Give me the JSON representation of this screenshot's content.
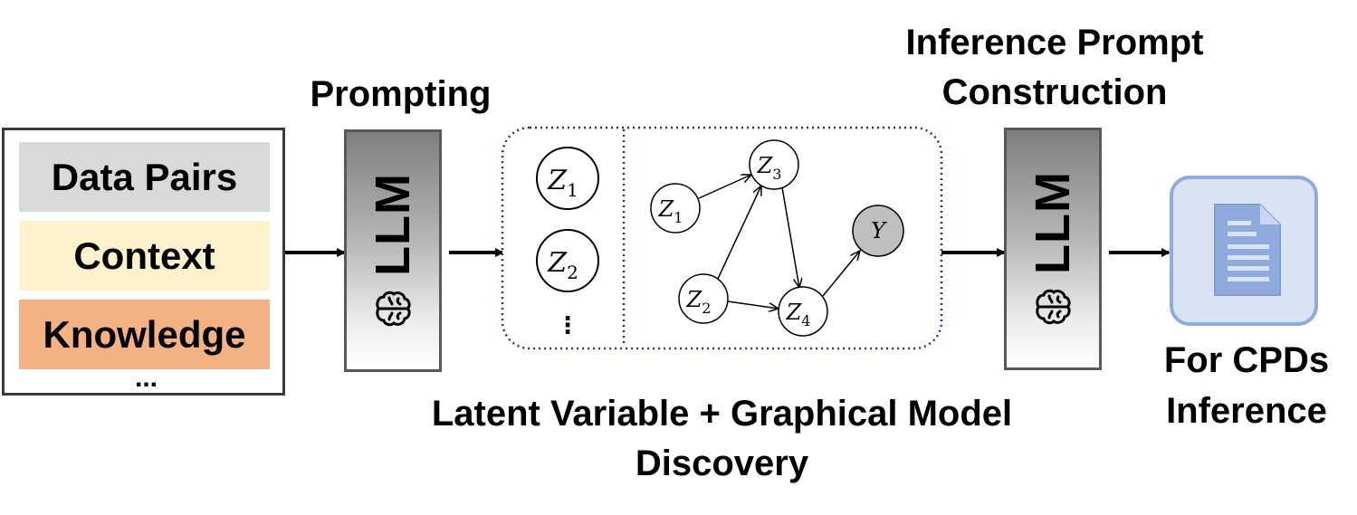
{
  "inputs": {
    "rows": [
      "Data Pairs",
      "Context",
      "Knowledge"
    ],
    "ellipsis": "..."
  },
  "stages": {
    "prompting_label": "Prompting",
    "llm_label": "LLM",
    "inference_prompt_label_line1": "Inference Prompt",
    "inference_prompt_label_line2": "Construction",
    "discovery_label_line1": "Latent Variable + Graphical Model",
    "discovery_label_line2": "Discovery",
    "output_label_line1": "For CPDs",
    "output_label_line2": "Inference"
  },
  "latent_list": {
    "nodes": [
      {
        "base": "Z",
        "sub": "1"
      },
      {
        "base": "Z",
        "sub": "2"
      }
    ],
    "ellipsis": "⋮"
  },
  "graph": {
    "nodes": [
      {
        "id": "Z1",
        "base": "Z",
        "sub": "1",
        "observed": false
      },
      {
        "id": "Z3",
        "base": "Z",
        "sub": "3",
        "observed": false
      },
      {
        "id": "Z2",
        "base": "Z",
        "sub": "2",
        "observed": false
      },
      {
        "id": "Z4",
        "base": "Z",
        "sub": "4",
        "observed": false
      },
      {
        "id": "Y",
        "base": "Y",
        "sub": "",
        "observed": true
      }
    ],
    "edges": [
      {
        "from": "Z1",
        "to": "Z3"
      },
      {
        "from": "Z2",
        "to": "Z3"
      },
      {
        "from": "Z3",
        "to": "Z4"
      },
      {
        "from": "Z2",
        "to": "Z4"
      },
      {
        "from": "Z4",
        "to": "Y"
      }
    ]
  },
  "icons": {
    "brain": "brain-icon",
    "document": "document-icon"
  },
  "colors": {
    "data_pairs": "#d9d9d9",
    "context": "#fff2cc",
    "knowledge": "#f4b183",
    "observed_node": "#bfbfbf",
    "doc_fill": "#dae3f3",
    "doc_border": "#8faadc",
    "dotted_border": "#203864"
  }
}
